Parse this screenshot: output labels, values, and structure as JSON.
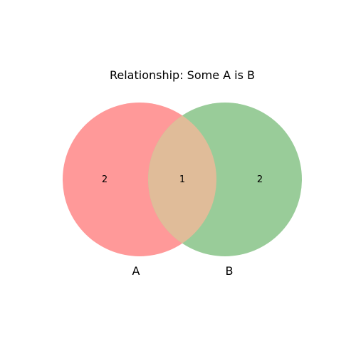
{
  "title": "Relationship: Some A is B",
  "sets": [
    {
      "label": "A",
      "color": "#ff9999"
    },
    {
      "label": "B",
      "color": "#99cc99"
    }
  ],
  "regions": {
    "only_a": "2",
    "both": "1",
    "only_b": "2"
  },
  "overlap_color": "#e0bc99"
}
